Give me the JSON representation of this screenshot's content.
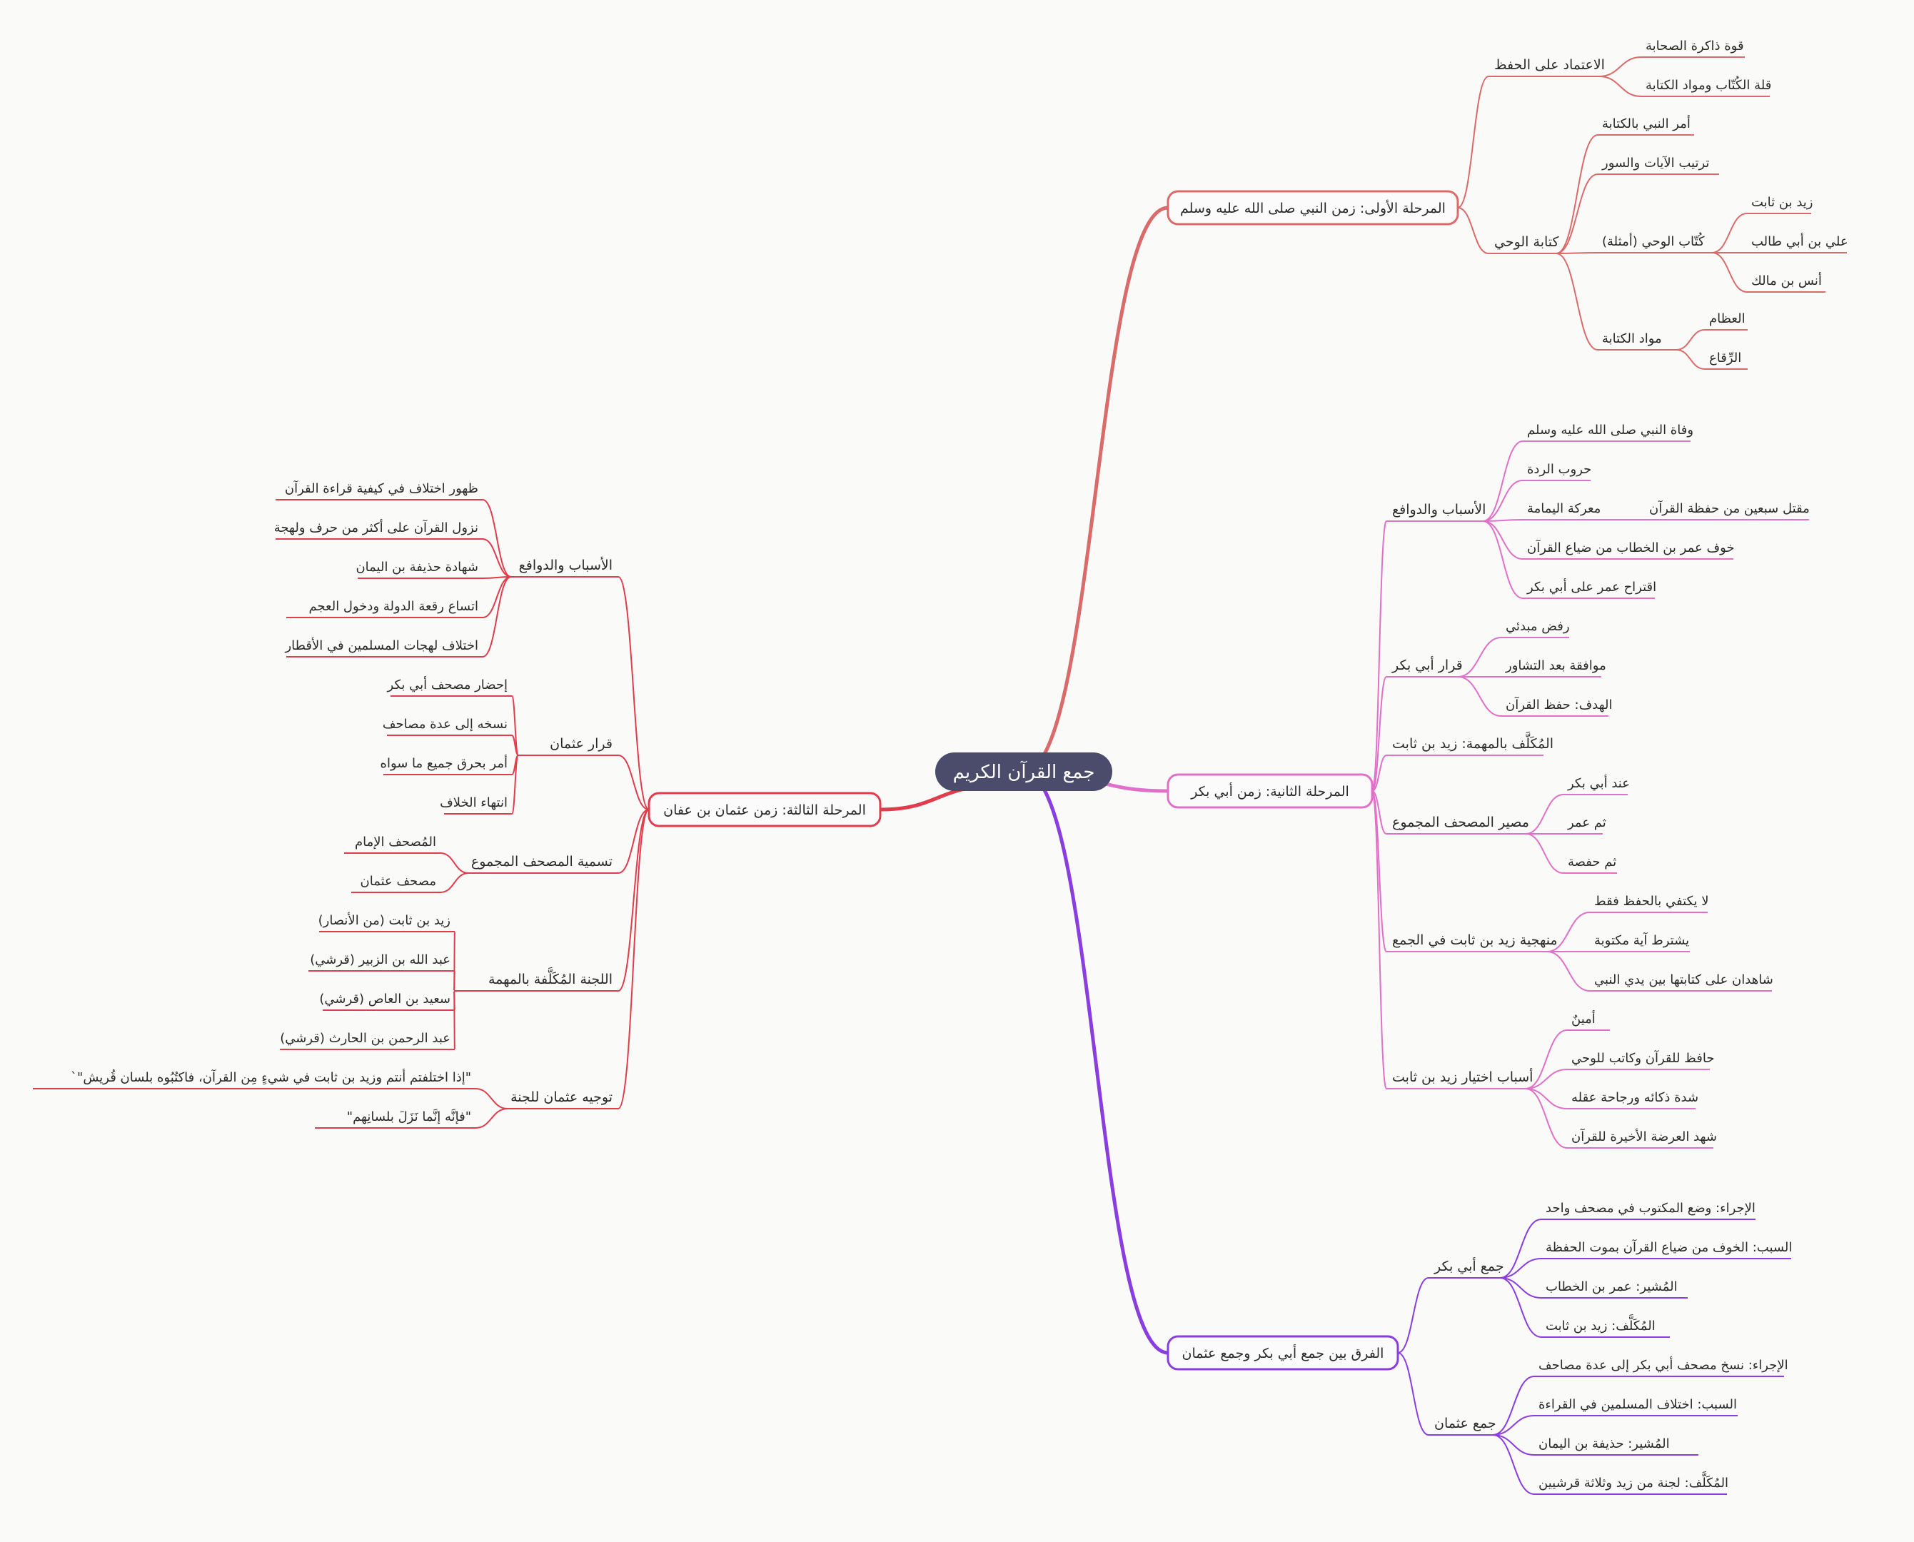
{
  "root": {
    "label": "جمع القرآن الكريم",
    "color": "#4b4c6b"
  },
  "branches": [
    {
      "label": "المرحلة الأولى: زمن النبي صلى الله عليه وسلم",
      "color": "#d96b6b",
      "children": [
        {
          "label": "الاعتماد على الحفظ",
          "children": [
            {
              "label": "قوة ذاكرة الصحابة"
            },
            {
              "label": "قلة الكُتّاب ومواد الكتابة"
            }
          ]
        },
        {
          "label": "كتابة الوحي",
          "children": [
            {
              "label": "أمر النبي بالكتابة"
            },
            {
              "label": "ترتيب الآيات والسور"
            },
            {
              "label": "كُتّاب الوحي (أمثلة)",
              "children": [
                {
                  "label": "زيد بن ثابت"
                },
                {
                  "label": "علي بن أبي طالب"
                },
                {
                  "label": "أنس بن مالك"
                }
              ]
            },
            {
              "label": "مواد الكتابة",
              "children": [
                {
                  "label": "العظام"
                },
                {
                  "label": "الرِّقاع"
                }
              ]
            }
          ]
        }
      ]
    },
    {
      "label": "المرحلة الثانية: زمن أبي بكر",
      "color": "#e070c8",
      "children": [
        {
          "label": "الأسباب والدوافع",
          "children": [
            {
              "label": "وفاة النبي صلى الله عليه وسلم"
            },
            {
              "label": "حروب الردة"
            },
            {
              "label": "معركة اليمامة",
              "children": [
                {
                  "label": "مقتل سبعين من حفظة القرآن"
                }
              ]
            },
            {
              "label": "خوف عمر بن الخطاب من ضياع القرآن"
            },
            {
              "label": "اقتراح عمر على أبي بكر"
            }
          ]
        },
        {
          "label": "قرار أبي بكر",
          "children": [
            {
              "label": "رفض مبدئي"
            },
            {
              "label": "موافقة بعد التشاور"
            },
            {
              "label": "الهدف: حفظ القرآن"
            }
          ]
        },
        {
          "label": "المُكَلَّف بالمهمة: زيد بن ثابت"
        },
        {
          "label": "مصير المصحف المجموع",
          "children": [
            {
              "label": "عند أبي بكر"
            },
            {
              "label": "ثم عمر"
            },
            {
              "label": "ثم حفصة"
            }
          ]
        },
        {
          "label": "منهجية زيد بن ثابت في الجمع",
          "children": [
            {
              "label": "لا يكتفي بالحفظ فقط"
            },
            {
              "label": "يشترط آية مكتوبة"
            },
            {
              "label": "شاهدان على كتابتها بين يدي النبي"
            }
          ]
        },
        {
          "label": "أسباب اختيار زيد بن ثابت",
          "children": [
            {
              "label": "أمينٌ"
            },
            {
              "label": "حافظ للقرآن وكاتب للوحي"
            },
            {
              "label": "شدة ذكائه ورجاحة عقله"
            },
            {
              "label": "شهد العرضة الأخيرة للقرآن"
            }
          ]
        }
      ]
    },
    {
      "label": "الفرق بين جمع أبي بكر وجمع عثمان",
      "color": "#8a3ee0",
      "children": [
        {
          "label": "جمع أبي بكر",
          "children": [
            {
              "label": "الإجراء: وضع المكتوب في مصحف واحد"
            },
            {
              "label": "السبب: الخوف من ضياع القرآن بموت الحفظة"
            },
            {
              "label": "المُشير: عمر بن الخطاب"
            },
            {
              "label": "المُكَلَّف: زيد بن ثابت"
            }
          ]
        },
        {
          "label": "جمع عثمان",
          "children": [
            {
              "label": "الإجراء: نسخ مصحف أبي بكر إلى عدة مصاحف"
            },
            {
              "label": "السبب: اختلاف المسلمين في القراءة"
            },
            {
              "label": "المُشير: حذيفة بن اليمان"
            },
            {
              "label": "المُكَلَّف: لجنة من زيد وثلاثة قرشيين"
            }
          ]
        }
      ]
    },
    {
      "label": "المرحلة الثالثة: زمن عثمان بن عفان",
      "color": "#e03c4c",
      "children": [
        {
          "label": "الأسباب والدوافع",
          "children": [
            {
              "label": "ظهور اختلاف في كيفية قراءة القرآن"
            },
            {
              "label": "نزول القرآن على أكثر من حرف ولهجة"
            },
            {
              "label": "شهادة حذيفة بن اليمان"
            },
            {
              "label": "اتساع رقعة الدولة ودخول العجم"
            },
            {
              "label": "اختلاف لهجات المسلمين في الأقطار"
            }
          ]
        },
        {
          "label": "قرار عثمان",
          "children": [
            {
              "label": "إحضار مصحف أبي بكر"
            },
            {
              "label": "نسخه إلى عدة مصاحف"
            },
            {
              "label": "أمر بحرق جميع ما سواه"
            },
            {
              "label": "انتهاء الخلاف"
            }
          ]
        },
        {
          "label": "تسمية المصحف المجموع",
          "children": [
            {
              "label": "المُصحف الإمام"
            },
            {
              "label": "مصحف عثمان"
            }
          ]
        },
        {
          "label": "اللجنة المُكَلَّفة بالمهمة",
          "children": [
            {
              "label": "زيد بن ثابت (من الأنصار)"
            },
            {
              "label": "عبد الله بن الزبير (قرشي)"
            },
            {
              "label": "سعيد بن العاص (قرشي)"
            },
            {
              "label": "عبد الرحمن بن الحارث (قرشي)"
            }
          ]
        },
        {
          "label": "توجيه عثمان للجنة",
          "children": [
            {
              "label": "`\"إذا اختلفتم أنتم وزيد بن ثابت في شيءٍ مِن القرآن، فاكتُبُوه بلسان قُريش\""
            },
            {
              "label": "\"فإنَّه إنَّما نَزَلَ بلسانِهم\""
            }
          ]
        }
      ]
    }
  ]
}
